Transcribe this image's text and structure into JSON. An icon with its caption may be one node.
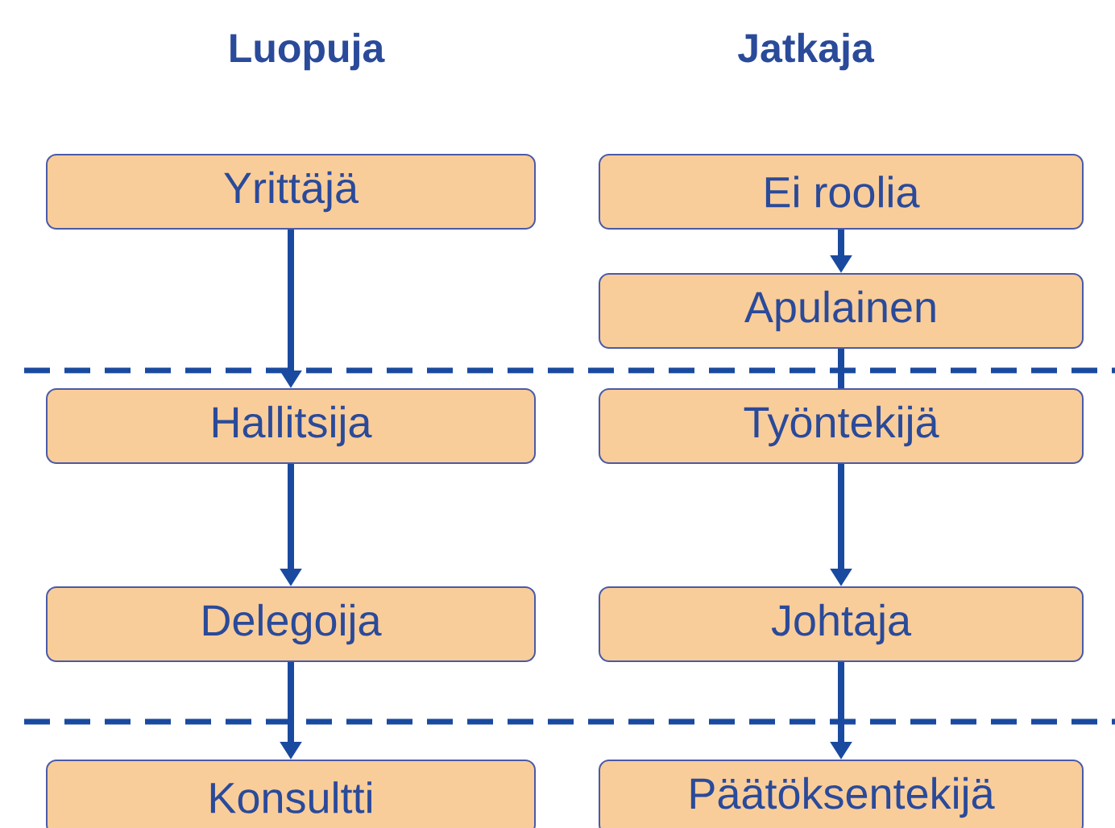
{
  "diagram": {
    "nodes": [
      {
        "text": [
          "Yrittäjä"
        ]
      },
      {
        "text": [
          "Ei roolia"
        ]
      },
      {
        "text": [
          "Apulainen"
        ]
      },
      {
        "text": [
          "Hallitsija"
        ]
      },
      {
        "text": [
          "Työntekijä"
        ]
      },
      {
        "text": [
          "Delegoija"
        ]
      },
      {
        "text": [
          "Johtaja"
        ]
      },
      {
        "text": [
          "Konsultti"
        ]
      },
      {
        "text": [
          "Päätöksentekijä"
        ]
      }
    ],
    "edges": [
      {
        "from": 0,
        "to": 3,
        "arrow": "to"
      },
      {
        "from": 1,
        "to": 2,
        "arrow": "to"
      },
      {
        "from": 2,
        "to": 4,
        "arrow": "none"
      },
      {
        "from": 3,
        "to": 5,
        "arrow": "to"
      },
      {
        "from": 4,
        "to": 6,
        "arrow": "to"
      },
      {
        "from": 5,
        "to": 7,
        "arrow": "to"
      },
      {
        "from": 6,
        "to": 8,
        "arrow": "to"
      }
    ],
    "labels": [
      "Luopuja",
      "Jatkaja"
    ]
  }
}
